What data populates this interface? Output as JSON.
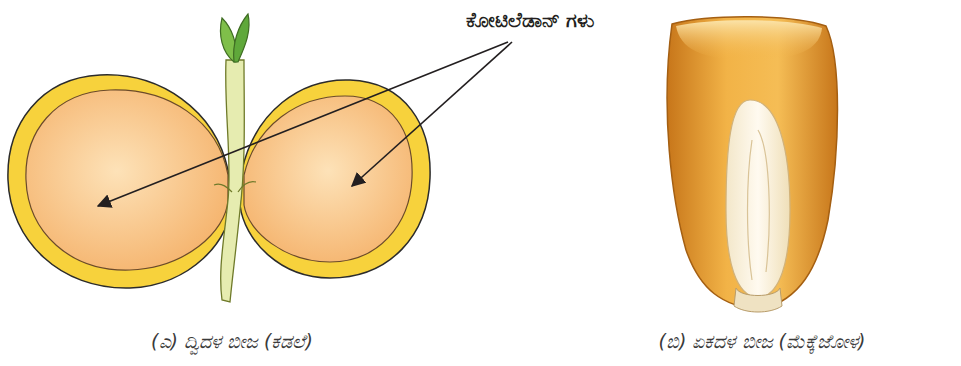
{
  "diagram": {
    "labels": [
      "ಕೋಟಿಲೆಡಾನ್ ಗಳು",
      "(ಎ) ದ್ವಿದಳ ಬೀಜ (ಕಡಲೆ)",
      "(ಬಿ) ಏಕದಳ ಬೀಜ (ಮೆಕ್ಕೆಜೋಳ)"
    ]
  }
}
